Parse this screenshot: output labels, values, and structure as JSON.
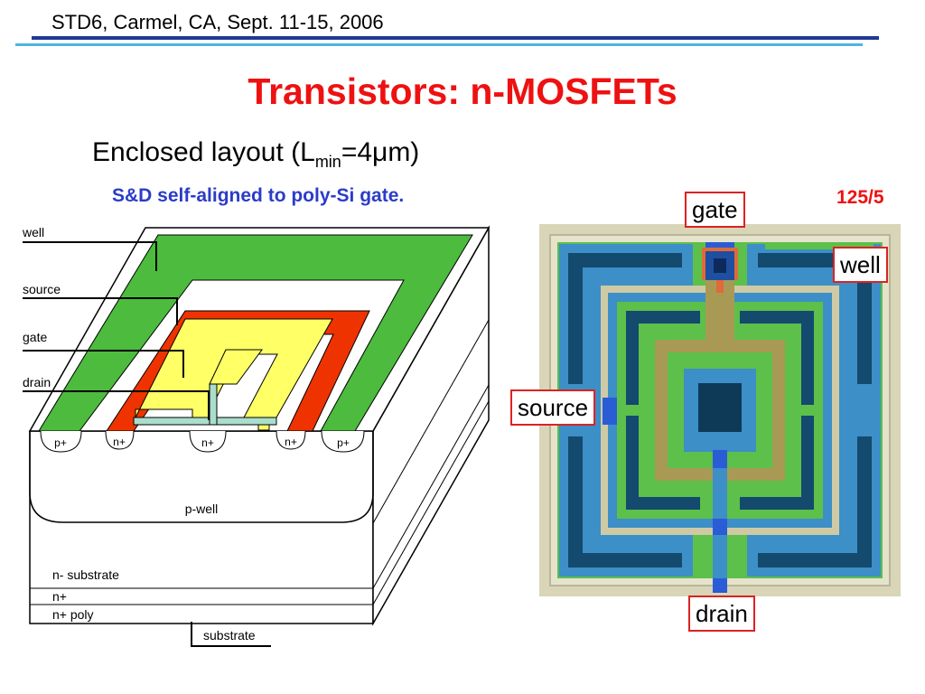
{
  "header": {
    "text": "STD6, Carmel, CA, Sept. 11-15, 2006"
  },
  "slide": {
    "title": "Transistors: n-MOSFETs",
    "subtitle_main": "Enclosed layout (L",
    "subtitle_sub": "min",
    "subtitle_rest": "=4μm)",
    "note": "S&D self-aligned to poly-Si gate.",
    "ratio": "125/5"
  },
  "diagram": {
    "labels": {
      "well": "well",
      "source": "source",
      "gate": "gate",
      "drain": "drain",
      "p_plus": "p+",
      "n_plus": "n+",
      "p_well": "p-well",
      "n_substrate": "n- substrate",
      "n_plus_layer": "n+",
      "n_poly": "n+ poly",
      "substrate": "substrate"
    },
    "colors": {
      "well": "#4cbb3e",
      "diffusion": "#ee3300",
      "poly": "#ffff66",
      "oxide": "#aaddcc"
    }
  },
  "layout_callouts": {
    "gate": "gate",
    "well": "well",
    "source": "source",
    "drain": "drain"
  }
}
